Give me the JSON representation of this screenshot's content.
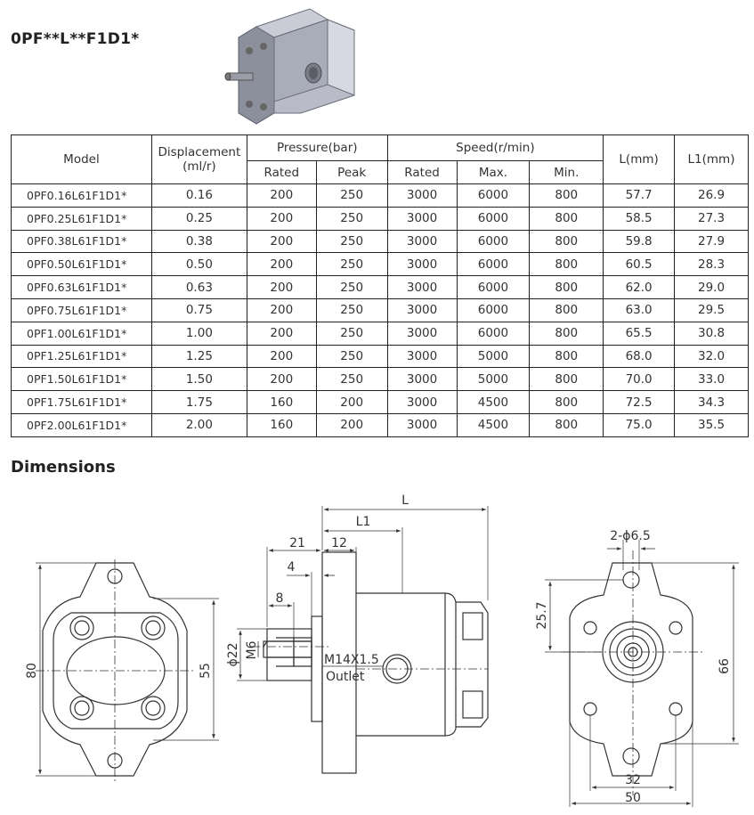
{
  "title": "0PF**L**F1D1*",
  "table": {
    "headers": {
      "model": "Model",
      "displacement": "Displacement",
      "displacement_unit": "(ml/r)",
      "pressure": "Pressure(bar)",
      "speed": "Speed(r/min)",
      "l": "L(mm)",
      "l1": "L1(mm)",
      "rated": "Rated",
      "peak": "Peak",
      "speed_rated": "Rated",
      "max": "Max.",
      "min": "Min."
    },
    "rows": [
      [
        "0PF0.16L61F1D1*",
        "0.16",
        "200",
        "250",
        "3000",
        "6000",
        "800",
        "57.7",
        "26.9"
      ],
      [
        "0PF0.25L61F1D1*",
        "0.25",
        "200",
        "250",
        "3000",
        "6000",
        "800",
        "58.5",
        "27.3"
      ],
      [
        "0PF0.38L61F1D1*",
        "0.38",
        "200",
        "250",
        "3000",
        "6000",
        "800",
        "59.8",
        "27.9"
      ],
      [
        "0PF0.50L61F1D1*",
        "0.50",
        "200",
        "250",
        "3000",
        "6000",
        "800",
        "60.5",
        "28.3"
      ],
      [
        "0PF0.63L61F1D1*",
        "0.63",
        "200",
        "250",
        "3000",
        "6000",
        "800",
        "62.0",
        "29.0"
      ],
      [
        "0PF0.75L61F1D1*",
        "0.75",
        "200",
        "250",
        "3000",
        "6000",
        "800",
        "63.0",
        "29.5"
      ],
      [
        "0PF1.00L61F1D1*",
        "1.00",
        "200",
        "250",
        "3000",
        "6000",
        "800",
        "65.5",
        "30.8"
      ],
      [
        "0PF1.25L61F1D1*",
        "1.25",
        "200",
        "250",
        "3000",
        "5000",
        "800",
        "68.0",
        "32.0"
      ],
      [
        "0PF1.50L61F1D1*",
        "1.50",
        "200",
        "250",
        "3000",
        "5000",
        "800",
        "70.0",
        "33.0"
      ],
      [
        "0PF1.75L61F1D1*",
        "1.75",
        "160",
        "200",
        "3000",
        "4500",
        "800",
        "72.5",
        "34.3"
      ],
      [
        "0PF2.00L61F1D1*",
        "2.00",
        "160",
        "200",
        "3000",
        "4500",
        "800",
        "75.0",
        "35.5"
      ]
    ]
  },
  "dimensions": {
    "heading": "Dimensions",
    "labels": {
      "front_height": "80",
      "front_inner": "55",
      "L": "L",
      "L1": "L1",
      "d21": "21",
      "d12": "12",
      "d4": "4",
      "d8": "8",
      "phi22": "ϕ22",
      "m6": "M6",
      "port": "M14X1.5",
      "outlet": "Outlet",
      "holes": "2-ϕ6.5",
      "d25_7": "25.7",
      "d66": "66",
      "d32": "32",
      "d50": "50"
    }
  }
}
